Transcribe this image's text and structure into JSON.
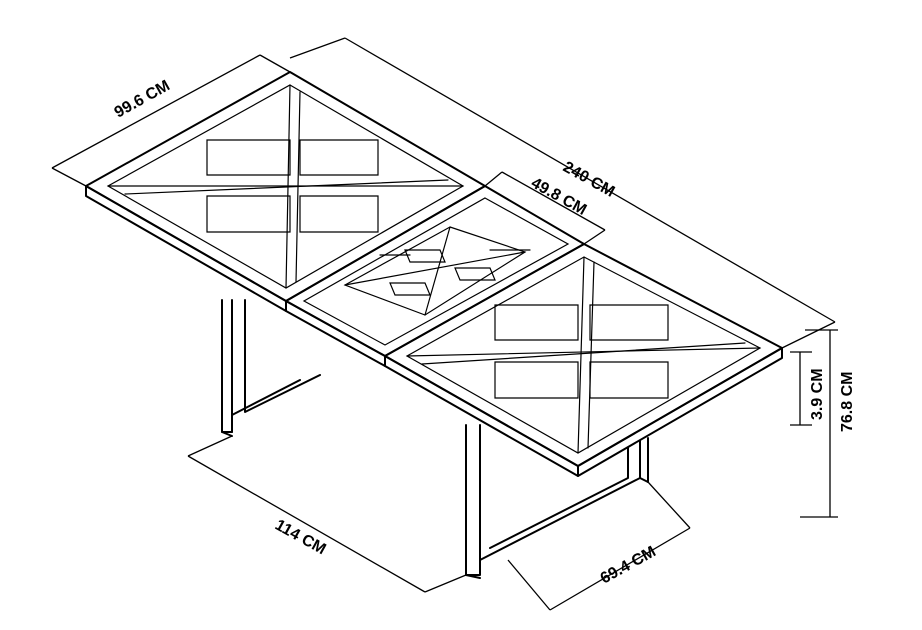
{
  "dimensions": {
    "top_panel_width": "99.6 CM",
    "total_length": "240 CM",
    "leaf_width": "49.8 CM",
    "top_thickness": "3.9 CM",
    "height": "76.8 CM",
    "leg_base_length": "114 CM",
    "leg_base_depth": "69.4 CM"
  }
}
